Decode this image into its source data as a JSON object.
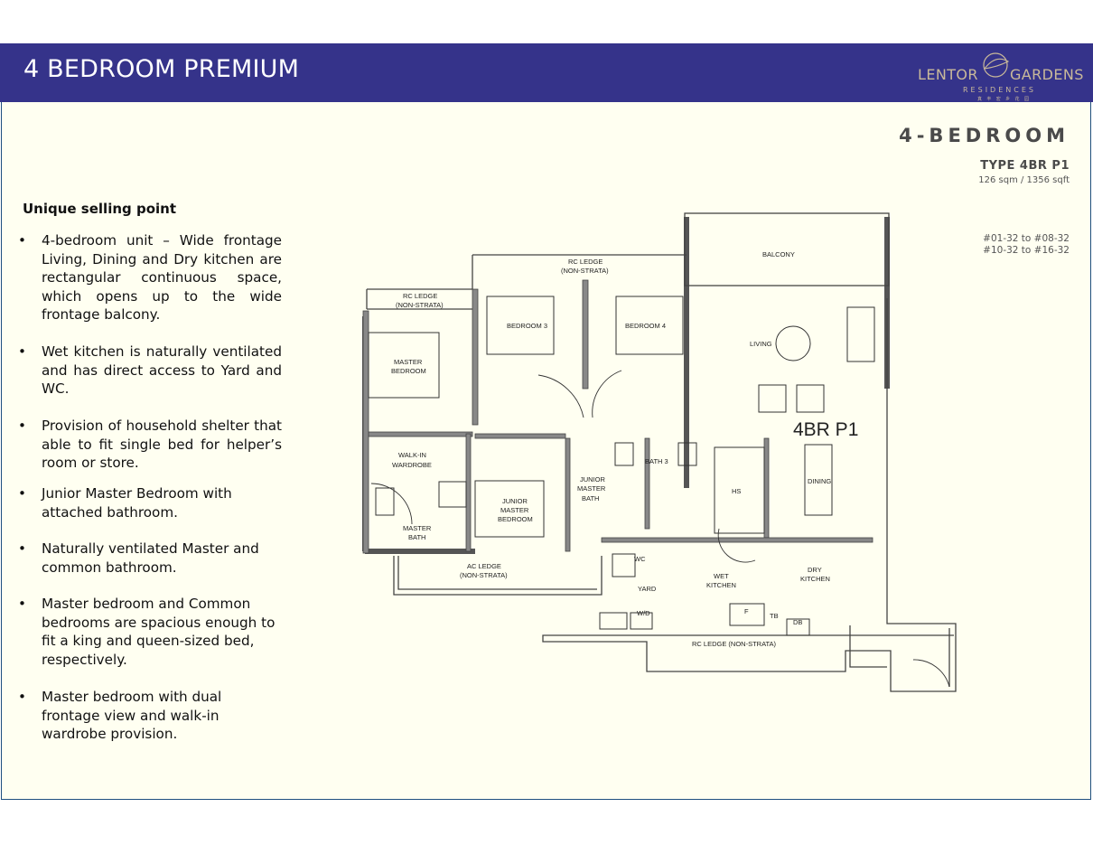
{
  "header": {
    "title": "4 BEDROOM PREMIUM",
    "logo_left": "LENTOR",
    "logo_right": "GARDENS",
    "logo_sub": "RESIDENCES",
    "logo_cn": "真 丰 宏 乡 花 园",
    "bg_color": "#35338a"
  },
  "usp": {
    "title": "Unique selling point",
    "items": [
      "4-bedroom unit – Wide frontage Living, Dining and Dry kitchen are rectangular continuous space, which opens up to the wide frontage balcony.",
      "Wet kitchen is naturally ventilated and has direct access to Yard and WC.",
      "Provision of household shelter that able to fit single bed for helper’s room or store.",
      "Junior Master Bedroom with attached bathroom.",
      "Naturally ventilated Master and common bathroom.",
      "Master bedroom and Common bedrooms are spacious enough to fit a king and queen-sized bed, respectively.",
      "Master bedroom with dual frontage view and walk-in wardrobe provision."
    ]
  },
  "unit": {
    "heading": "4-BEDROOM",
    "type": "TYPE 4BR P1",
    "area": "126 sqm / 1356 sqft",
    "units_line1": "#01-32 to #08-32",
    "units_line2": "#10-32 to #16-32"
  },
  "plan": {
    "plan_name": "4BR P1",
    "labels": {
      "balcony": "BALCONY",
      "rc_ledge_top_1": "RC LEDGE",
      "rc_ledge_top_2": "(NON-STRATA)",
      "rc_ledge_left_1": "RC LEDGE",
      "rc_ledge_left_2": "(NON-STRATA)",
      "bedroom3": "BEDROOM 3",
      "bedroom4": "BEDROOM 4",
      "living": "LIVING",
      "master_bed_1": "MASTER",
      "master_bed_2": "BEDROOM",
      "walkin_1": "WALK-IN",
      "walkin_2": "WARDROBE",
      "jr_master_bed_1": "JUNIOR",
      "jr_master_bed_2": "MASTER",
      "jr_master_bed_3": "BEDROOM",
      "jr_master_bath_1": "JUNIOR",
      "jr_master_bath_2": "MASTER",
      "jr_master_bath_3": "BATH",
      "bath3": "BATH 3",
      "hs": "HS",
      "dining": "DINING",
      "master_bath_1": "MASTER",
      "master_bath_2": "BATH",
      "ac_ledge_1": "AC LEDGE",
      "ac_ledge_2": "(NON-STRATA)",
      "wc": "WC",
      "yard": "YARD",
      "wet_kitchen_1": "WET",
      "wet_kitchen_2": "KITCHEN",
      "dry_kitchen_1": "DRY",
      "dry_kitchen_2": "KITCHEN",
      "wd": "W/D",
      "f": "F",
      "tb": "TB",
      "db": "DB",
      "rc_ledge_bottom": "RC LEDGE (NON-STRATA)"
    }
  }
}
